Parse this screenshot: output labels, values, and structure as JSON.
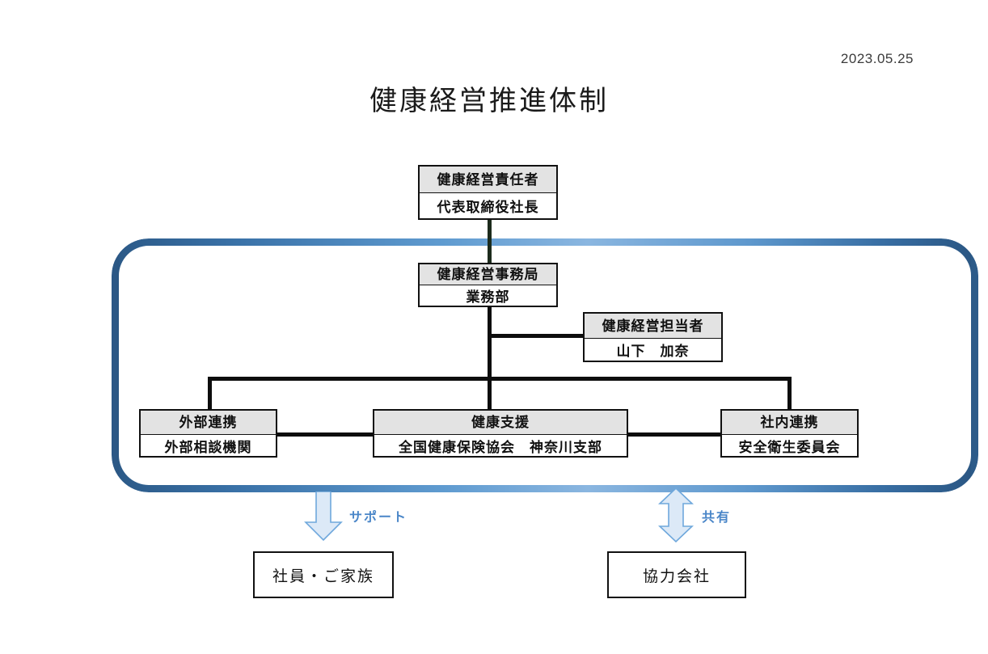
{
  "document": {
    "date": "2023.05.25",
    "title": "健康経営推進体制"
  },
  "colors": {
    "frame_gradient_dark": "#2c5a88",
    "frame_gradient_light": "#8ab6e0",
    "box_header_fill": "#e3e3e3",
    "box_border": "#111111",
    "arrow_fill": "#dce9f7",
    "arrow_stroke": "#6fa8dc",
    "arrow_label_color": "#4a86c8",
    "connector_line": "#0d0d0d"
  },
  "nodes": {
    "officer": {
      "role": "健康経営責任者",
      "name": "代表取締役社長"
    },
    "office": {
      "role": "健康経営事務局",
      "name": "業務部"
    },
    "manager": {
      "role": "健康経営担当者",
      "name": "山下　加奈"
    },
    "external": {
      "role": "外部連携",
      "name": "外部相談機関"
    },
    "health_support": {
      "role": "健康支援",
      "name": "全国健康保険協会　神奈川支部"
    },
    "internal": {
      "role": "社内連携",
      "name": "安全衛生委員会"
    }
  },
  "outputs": {
    "employees": {
      "label": "社員・ご家族",
      "arrow_label": "サポート",
      "arrow_kind": "down-arrow"
    },
    "partners": {
      "label": "協力会社",
      "arrow_label": "共有",
      "arrow_kind": "up-down-arrow"
    }
  },
  "chart_data": {
    "type": "diagram",
    "title": "健康経営推進体制",
    "subtype": "org-chart",
    "nodes": [
      {
        "id": "officer",
        "role": "健康経営責任者",
        "name": "代表取締役社長",
        "level": 0
      },
      {
        "id": "office",
        "role": "健康経営事務局",
        "name": "業務部",
        "level": 1
      },
      {
        "id": "manager",
        "role": "健康経営担当者",
        "name": "山下　加奈",
        "level": 2
      },
      {
        "id": "external",
        "role": "外部連携",
        "name": "外部相談機関",
        "level": 3
      },
      {
        "id": "health_support",
        "role": "健康支援",
        "name": "全国健康保険協会　神奈川支部",
        "level": 3
      },
      {
        "id": "internal",
        "role": "社内連携",
        "name": "安全衛生委員会",
        "level": 3
      },
      {
        "id": "employees",
        "role": "",
        "name": "社員・ご家族",
        "level": 4
      },
      {
        "id": "partners",
        "role": "",
        "name": "協力会社",
        "level": 4
      }
    ],
    "edges": [
      {
        "from": "officer",
        "to": "office",
        "label": ""
      },
      {
        "from": "office",
        "to": "manager",
        "label": ""
      },
      {
        "from": "office",
        "to": "external",
        "label": ""
      },
      {
        "from": "office",
        "to": "health_support",
        "label": ""
      },
      {
        "from": "office",
        "to": "internal",
        "label": ""
      },
      {
        "from": "group",
        "to": "employees",
        "label": "サポート",
        "direction": "down"
      },
      {
        "from": "group",
        "to": "partners",
        "label": "共有",
        "direction": "both"
      }
    ],
    "groups": [
      {
        "id": "promotion-group",
        "members": [
          "office",
          "manager",
          "external",
          "health_support",
          "internal"
        ]
      }
    ]
  }
}
